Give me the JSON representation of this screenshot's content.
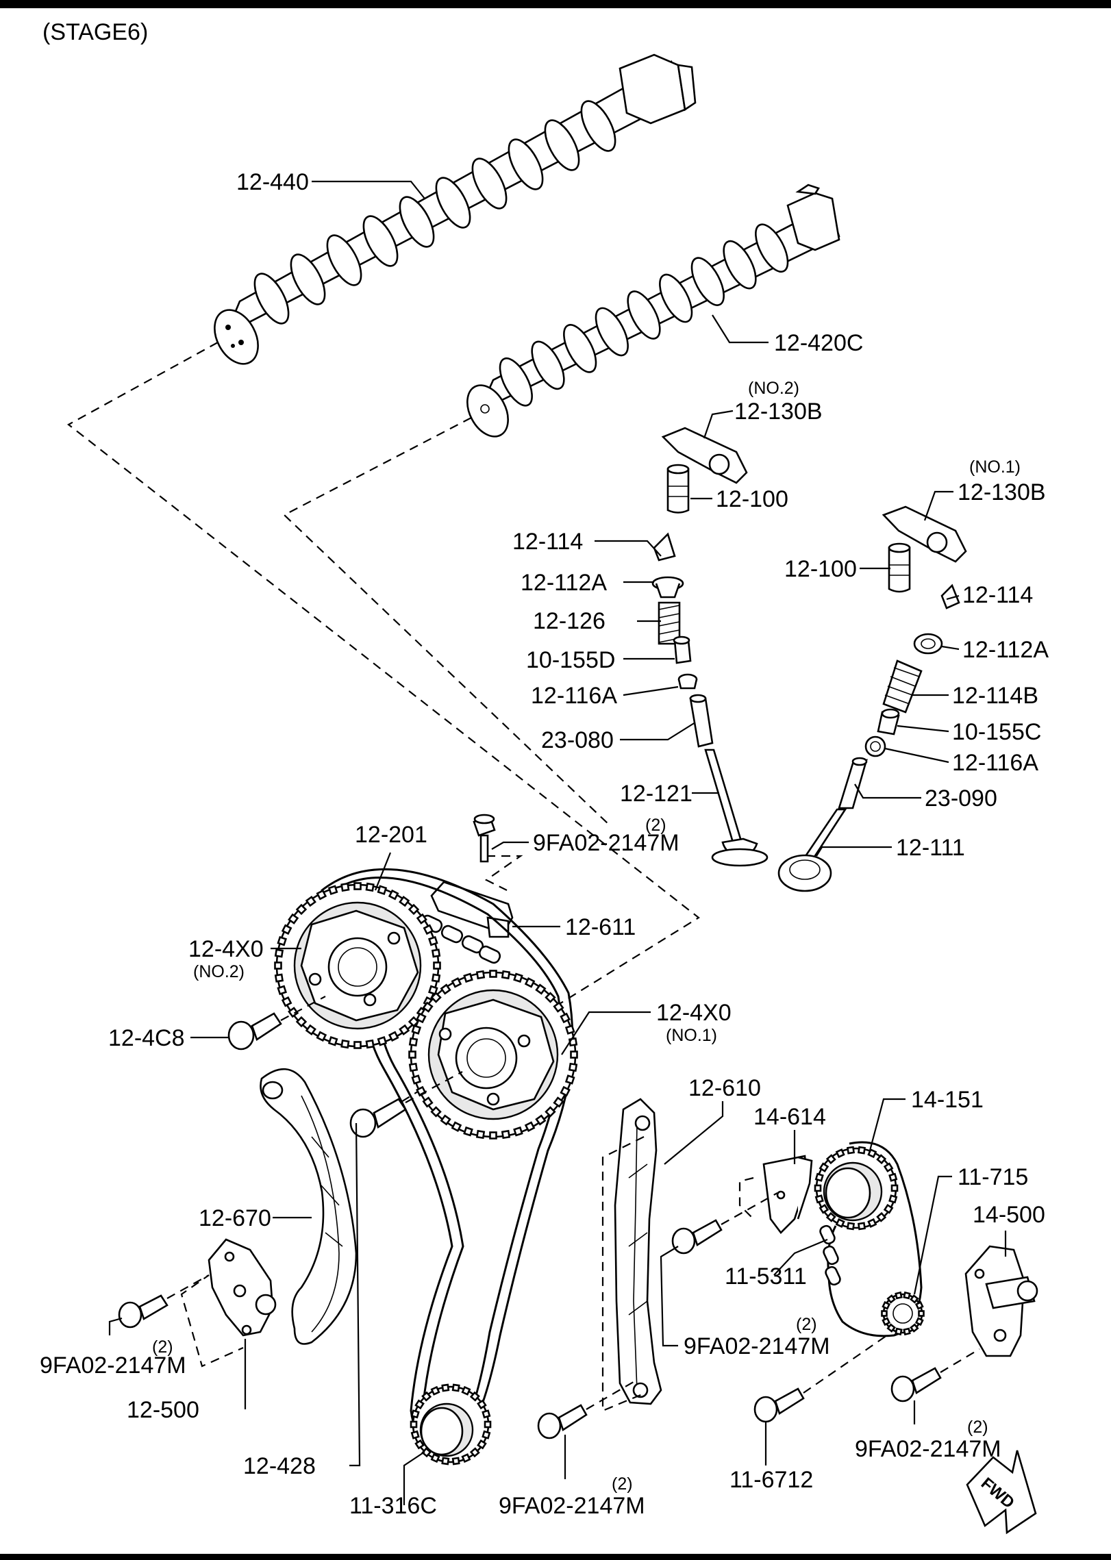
{
  "stage_label": "(STAGE6)",
  "fwd_label": "FWD",
  "callouts": [
    {
      "id": "c1",
      "code": "12-440"
    },
    {
      "id": "c2",
      "code": "12-420C"
    },
    {
      "id": "c3",
      "code": "12-130B",
      "note": "(NO.2)"
    },
    {
      "id": "c4",
      "code": "12-100"
    },
    {
      "id": "c5",
      "code": "12-130B",
      "note": "(NO.1)"
    },
    {
      "id": "c6",
      "code": "12-100"
    },
    {
      "id": "c7",
      "code": "12-114"
    },
    {
      "id": "c8",
      "code": "12-112A"
    },
    {
      "id": "c9",
      "code": "12-126"
    },
    {
      "id": "c10",
      "code": "10-155D"
    },
    {
      "id": "c11",
      "code": "12-116A"
    },
    {
      "id": "c12",
      "code": "23-080"
    },
    {
      "id": "c13",
      "code": "12-121"
    },
    {
      "id": "c14",
      "code": "12-114"
    },
    {
      "id": "c15",
      "code": "12-112A"
    },
    {
      "id": "c16",
      "code": "12-114B"
    },
    {
      "id": "c17",
      "code": "10-155C"
    },
    {
      "id": "c18",
      "code": "12-116A"
    },
    {
      "id": "c19",
      "code": "23-090"
    },
    {
      "id": "c20",
      "code": "12-111"
    },
    {
      "id": "c21",
      "code": "12-201"
    },
    {
      "id": "c22",
      "code": "9FA02-2147M",
      "note": "(2)"
    },
    {
      "id": "c23",
      "code": "12-611"
    },
    {
      "id": "c24",
      "code": "12-4X0",
      "note": "(NO.2)"
    },
    {
      "id": "c25",
      "code": "12-4X0",
      "note": "(NO.1)"
    },
    {
      "id": "c26",
      "code": "12-4C8"
    },
    {
      "id": "c27",
      "code": "12-610"
    },
    {
      "id": "c28",
      "code": "14-614"
    },
    {
      "id": "c29",
      "code": "14-151"
    },
    {
      "id": "c30",
      "code": "11-715"
    },
    {
      "id": "c31",
      "code": "12-670"
    },
    {
      "id": "c32",
      "code": "14-500"
    },
    {
      "id": "c33",
      "code": "11-5311"
    },
    {
      "id": "c34",
      "code": "9FA02-2147M",
      "note": "(2)"
    },
    {
      "id": "c35",
      "code": "9FA02-2147M",
      "note": "(2)"
    },
    {
      "id": "c36",
      "code": "12-500"
    },
    {
      "id": "c37",
      "code": "9FA02-2147M",
      "note": "(2)"
    },
    {
      "id": "c38",
      "code": "12-428"
    },
    {
      "id": "c39",
      "code": "11-316C"
    },
    {
      "id": "c40",
      "code": "9FA02-2147M",
      "note": "(2)"
    },
    {
      "id": "c41",
      "code": "11-6712"
    }
  ]
}
